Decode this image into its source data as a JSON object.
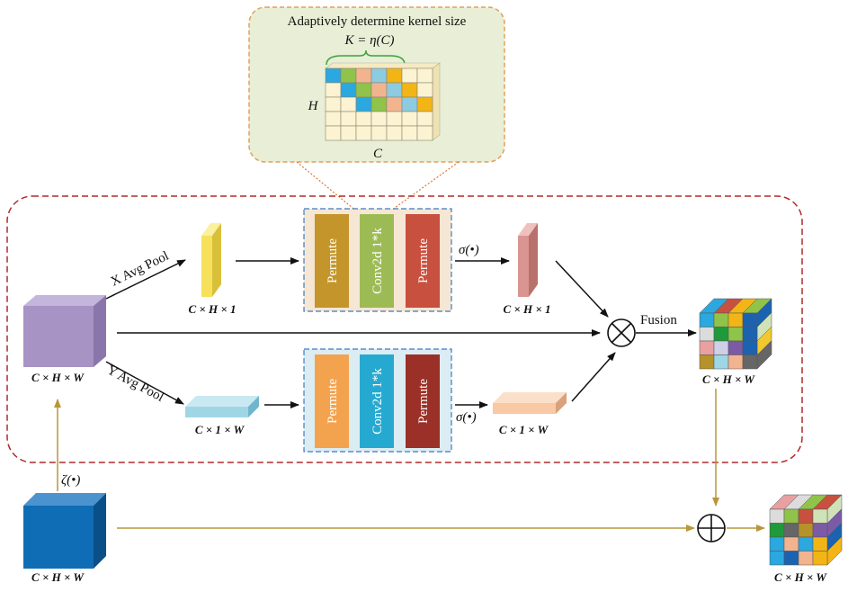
{
  "top_box": {
    "title": "Adaptively determine kernel size",
    "formula": "K = η(C)",
    "label_h": "H",
    "label_c": "C"
  },
  "labels": {
    "x_avg_pool": "X Avg Pool",
    "y_avg_pool": "Y Avg Pool",
    "input_dim": "C × H × W",
    "x_pool_dim": "C × H × 1",
    "x_sigma_dim": "C × H × 1",
    "y_pool_dim": "C × 1 × W",
    "y_sigma_dim": "C × 1 × W",
    "fusion": "Fusion",
    "fusion_dim": "C × H × W",
    "sigma_top": "σ(•)",
    "sigma_bottom": "σ(•)",
    "zeta": "ζ(•)",
    "bottom_input_dim": "C × H × W",
    "output_dim": "C × H × W"
  },
  "x_branch_blocks": [
    "Permute",
    "Conv2d 1*k",
    "Permute"
  ],
  "y_branch_blocks": [
    "Permute",
    "Conv2d 1*k",
    "Permute"
  ],
  "colors": {
    "purple_cube": "#a793c4",
    "blue_cube": "#0f6db5",
    "yellow_slab": "#f7e15a",
    "pink_slab": "#d99591",
    "cyan_slab": "#9fd6e6",
    "peach_slab": "#f8c9a4",
    "x_permute": "#c4952a",
    "x_conv": "#9dbb55",
    "x_permute2": "#c8503f",
    "y_permute": "#f3a24e",
    "y_conv": "#25a9d0",
    "y_permute2": "#9a3027",
    "arrow_gold": "#b8963a",
    "dash_red": "#b02a2a",
    "top_box_fill": "#e8efd6",
    "top_box_stroke": "#e0a05a"
  }
}
